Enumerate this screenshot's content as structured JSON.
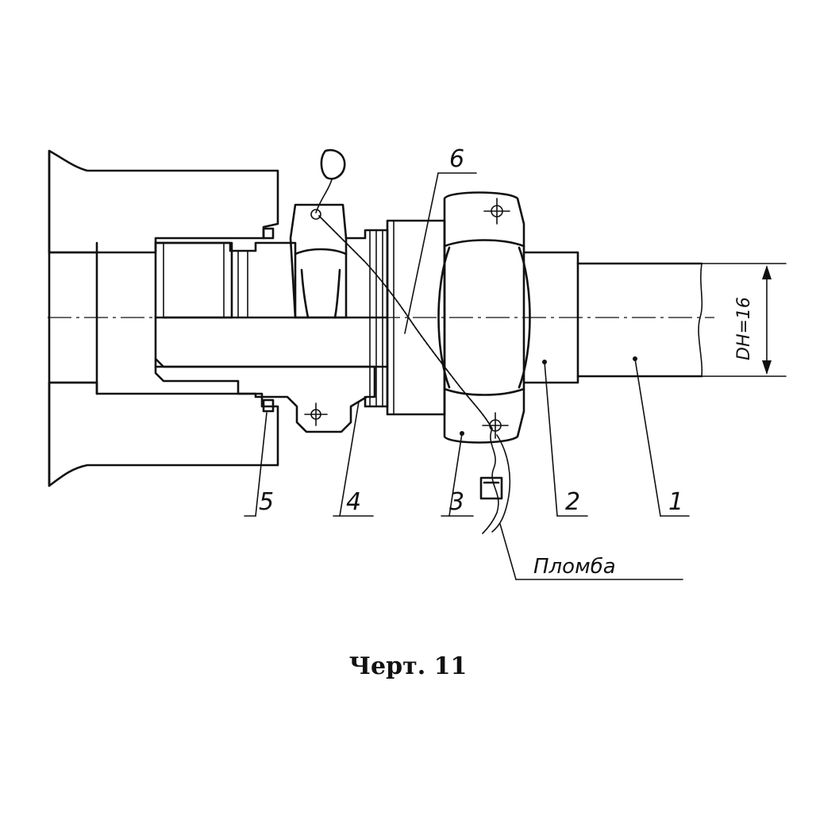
{
  "labels": {
    "part1": "1",
    "part2": "2",
    "part3": "3",
    "part4": "4",
    "part5": "5",
    "part6": "6",
    "seal": "Пломба",
    "dimension": "DН=16"
  },
  "caption": "Черт. 11"
}
